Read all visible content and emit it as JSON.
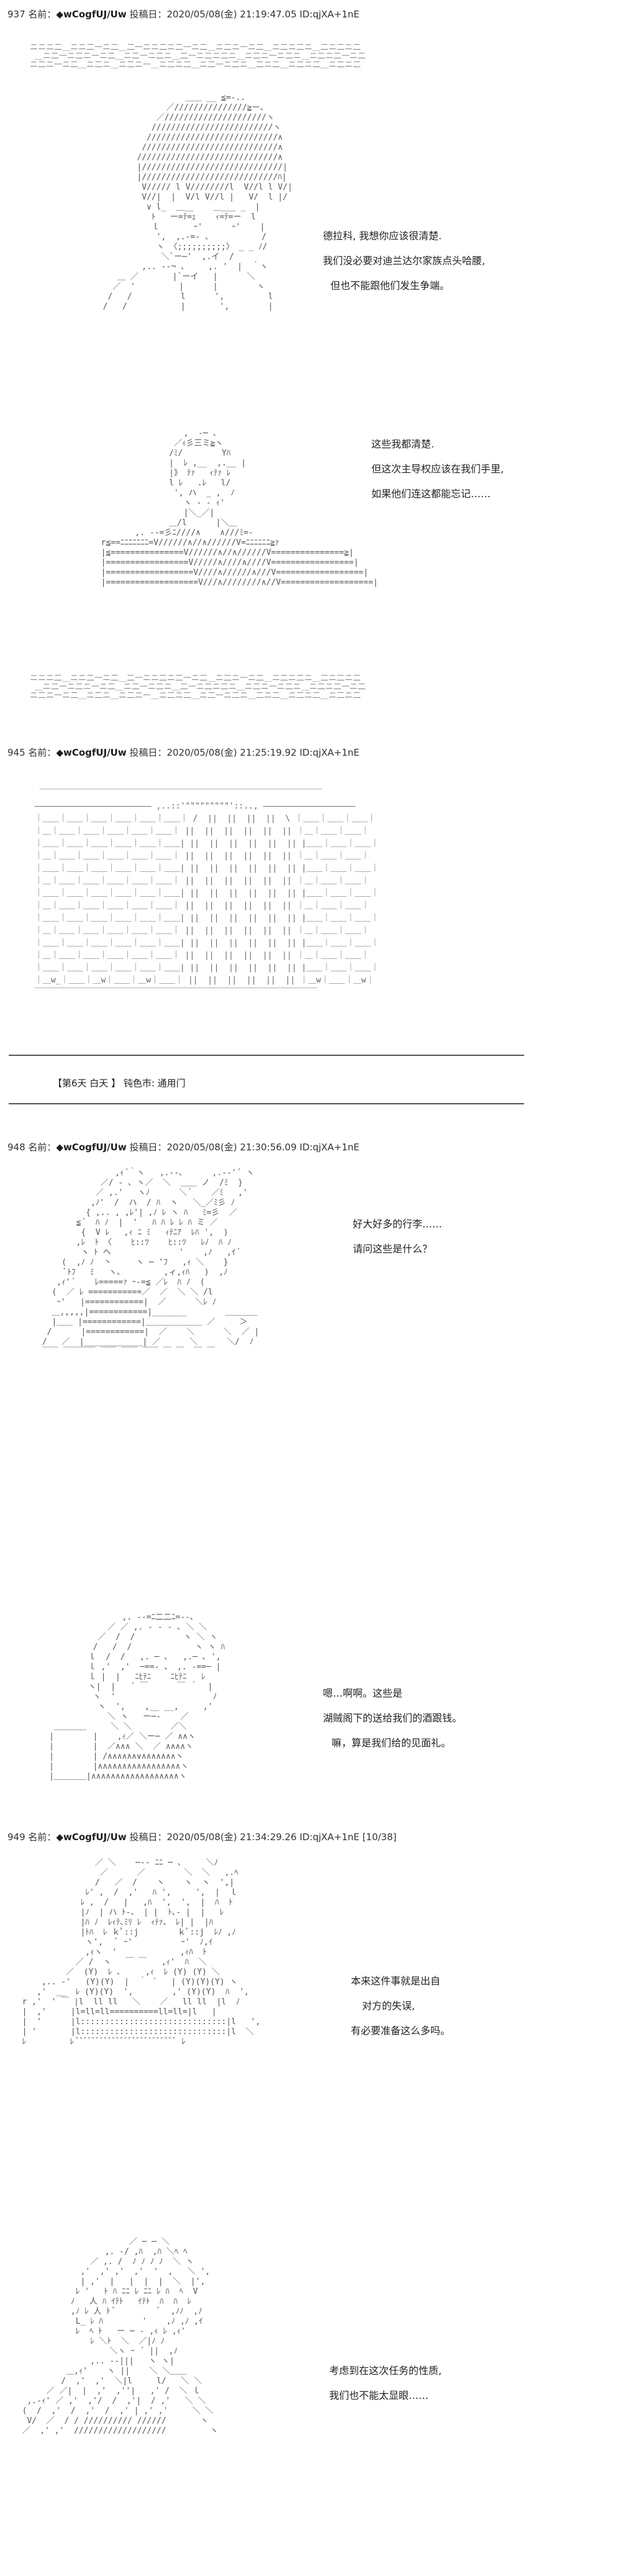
{
  "posts": [
    {
      "header": {
        "number": "937",
        "name_label": "名前：",
        "trip": "◆wCogfUJ/Uw",
        "date_label": "投稿日：",
        "date": "2020/05/08(金) 21:19:47.05",
        "id": "ID:qjXA+1nE"
      },
      "dialog_1": [
        "德拉科, 我想你应该很清楚.",
        "我们没必要对迪兰达尔家族点头哈腰,",
        "但也不能跟他们发生争端。"
      ],
      "dialog_2": [
        "这些我都清楚.",
        "但这次主导权应该在我们手里,",
        "如果他们连这都能忘记……"
      ]
    },
    {
      "header": {
        "number": "945",
        "name_label": "名前：",
        "trip": "◆wCogfUJ/Uw",
        "date_label": "投稿日：",
        "date": "2020/05/08(金) 21:25:19.92",
        "id": "ID:qjXA+1nE"
      },
      "caption": "【第6天 白天 】 钝色市: 通用门"
    },
    {
      "header": {
        "number": "948",
        "name_label": "名前：",
        "trip": "◆wCogfUJ/Uw",
        "date_label": "投稿日：",
        "date": "2020/05/08(金) 21:30:56.09",
        "id": "ID:qjXA+1nE"
      },
      "dialog_1": [
        "好大好多的行李……",
        "请问这些是什么？"
      ],
      "dialog_2": [
        "嗯…啊啊。这些是",
        "湖贼阁下的送给我们的酒跟钱。",
        "嘛，算是我们给的见面礼。"
      ]
    },
    {
      "header": {
        "number": "949",
        "name_label": "名前：",
        "trip": "◆wCogfUJ/Uw",
        "date_label": "投稿日：",
        "date": "2020/05/08(金) 21:34:29.26",
        "id": "ID:qjXA+1nE",
        "page": "[10/38]"
      },
      "dialog_1": [
        "本来这件事就是出自",
        "对方的失误,",
        "有必要准备这么多吗。"
      ],
      "dialog_2": [
        "考虑到在这次任务的性质,",
        "我们也不能太显眼……"
      ]
    }
  ]
}
